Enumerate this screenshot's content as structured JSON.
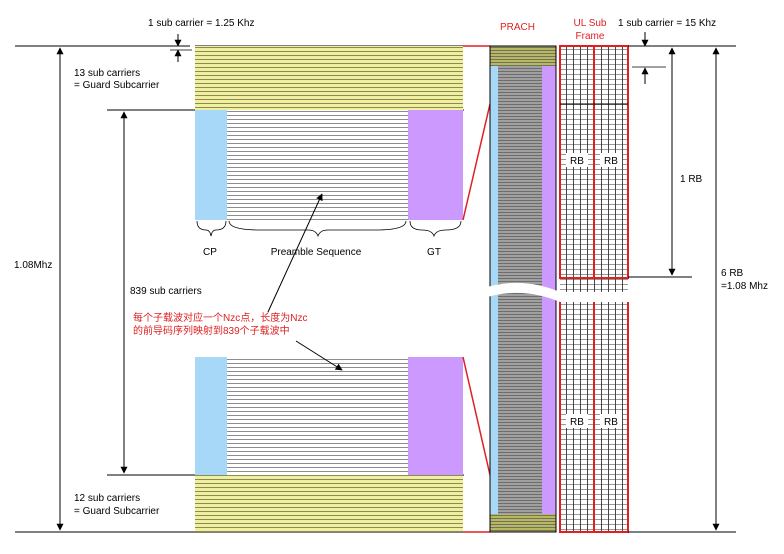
{
  "labels": {
    "subcarrier_1_25": "1 sub carrier = 1.25 Khz",
    "guard_top_line1": "13 sub carriers",
    "guard_top_line2": "= Guard Subcarrier",
    "bw_left": "1.08Mhz",
    "cp": "CP",
    "preamble": "Preamble Sequence",
    "gt": "GT",
    "sub839": "839 sub carriers",
    "guard_bottom_line1": "12 sub carriers",
    "guard_bottom_line2": "= Guard Subcarrier",
    "prach": "PRACH",
    "ul_sub_line1": "UL Sub",
    "ul_sub_line2": "Frame",
    "subcarrier_15": "1 sub carrier = 15 Khz",
    "one_rb": "1 RB",
    "six_rb_line1": "6 RB",
    "six_rb_line2": "=1.08 Mhz",
    "rb": "RB"
  },
  "annotation": {
    "line1": "每个子载波对应一个Nzc点，长度为Nzc",
    "line2": "的前导码序列映射到839个子载波中"
  },
  "colors": {
    "guard": "#f0f0a0",
    "cp": "#a8d8f8",
    "gt": "#cc99ff",
    "accent": "#e02020",
    "prach_core": "#a0a0a0",
    "prach_guard": "#b8b860"
  }
}
